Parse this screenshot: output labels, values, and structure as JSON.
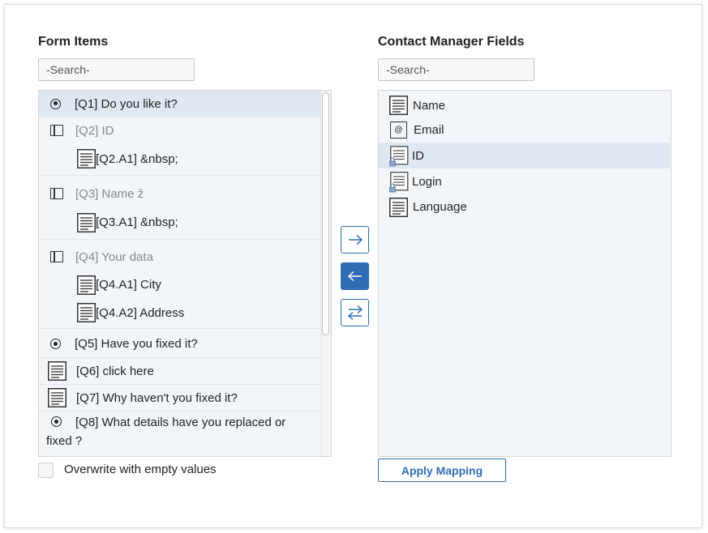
{
  "left_panel": {
    "title": "Form Items",
    "search_placeholder": "-Search-",
    "items": [
      {
        "label": "[Q1] Do you like it?"
      },
      {
        "label": "[Q2] ID"
      },
      {
        "label": "[Q2.A1] &nbsp;"
      },
      {
        "label": "[Q3] Name ž"
      },
      {
        "label": "[Q3.A1] &nbsp;"
      },
      {
        "label": "[Q4] Your data"
      },
      {
        "label": "[Q4.A1] City"
      },
      {
        "label": "[Q4.A2] Address"
      },
      {
        "label": "[Q5] Have you fixed it?"
      },
      {
        "label": "[Q6] click here"
      },
      {
        "label": "[Q7] Why haven't you fixed it?"
      },
      {
        "label": "[Q8] What details have you replaced or fixed ?"
      }
    ],
    "overwrite_label": "Overwrite with empty values"
  },
  "right_panel": {
    "title": "Contact Manager Fields",
    "search_placeholder": "-Search-",
    "items": [
      {
        "label": "Name"
      },
      {
        "label": "Email"
      },
      {
        "label": "ID"
      },
      {
        "label": "Login"
      },
      {
        "label": "Language"
      }
    ],
    "apply_label": "Apply Mapping"
  },
  "icons": {
    "map_right": "arrow-right-icon",
    "map_left": "arrow-left-icon",
    "swap": "swap-arrows-icon"
  },
  "colors": {
    "accent": "#2f6db5",
    "selected_row": "#dfe8f2",
    "list_bg": "#f2f6fa"
  }
}
